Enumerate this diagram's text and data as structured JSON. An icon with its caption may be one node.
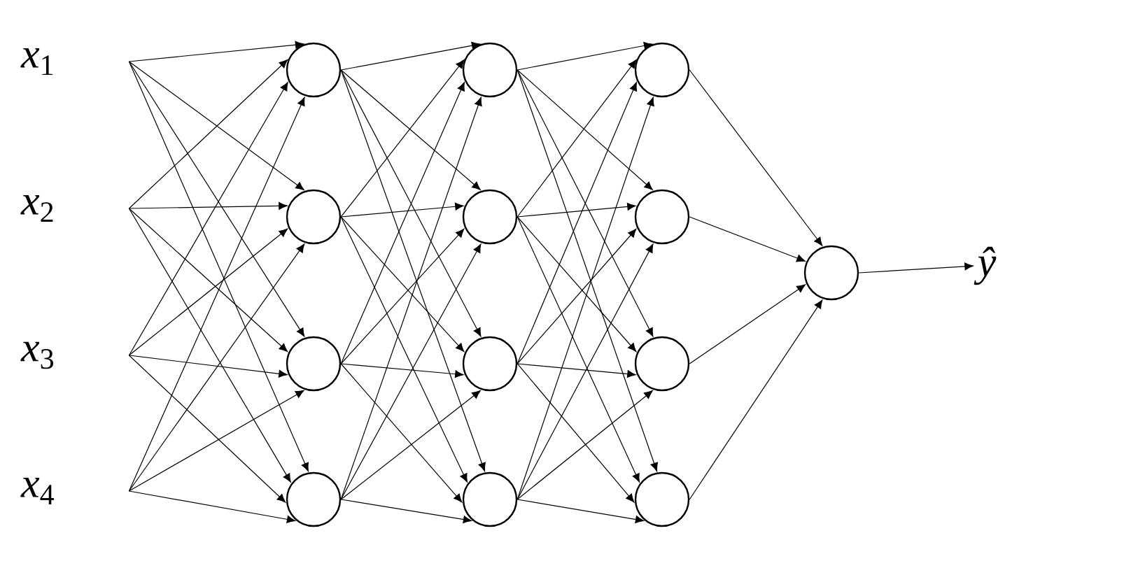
{
  "diagram": {
    "nodes": [
      {
        "text": [
          "*x*$_{1}$"
        ]
      },
      {
        "text": [
          "*x*$_{2}$"
        ]
      },
      {
        "text": [
          "*x*$_{3}$"
        ]
      },
      {
        "text": [
          "*x*$_{4}$"
        ]
      },
      {
        "text": [],
        "shape": "circle"
      },
      {
        "text": [],
        "shape": "circle"
      },
      {
        "text": [],
        "shape": "circle"
      },
      {
        "text": [],
        "shape": "circle"
      },
      {
        "text": [],
        "shape": "circle"
      },
      {
        "text": [],
        "shape": "circle"
      },
      {
        "text": [],
        "shape": "circle"
      },
      {
        "text": [],
        "shape": "circle"
      },
      {
        "text": [],
        "shape": "circle"
      },
      {
        "text": [],
        "shape": "circle"
      },
      {
        "text": [],
        "shape": "circle"
      },
      {
        "text": [],
        "shape": "circle"
      },
      {
        "text": [],
        "shape": "circle"
      },
      {
        "text": [
          "ŷ"
        ]
      }
    ],
    "edges": [
      {
        "from": 0,
        "to": 4,
        "arrow": "to"
      },
      {
        "from": 0,
        "to": 5,
        "arrow": "to"
      },
      {
        "from": 0,
        "to": 6,
        "arrow": "to"
      },
      {
        "from": 0,
        "to": 7,
        "arrow": "to"
      },
      {
        "from": 1,
        "to": 4,
        "arrow": "to"
      },
      {
        "from": 1,
        "to": 5,
        "arrow": "to"
      },
      {
        "from": 1,
        "to": 6,
        "arrow": "to"
      },
      {
        "from": 1,
        "to": 7,
        "arrow": "to"
      },
      {
        "from": 2,
        "to": 4,
        "arrow": "to"
      },
      {
        "from": 2,
        "to": 5,
        "arrow": "to"
      },
      {
        "from": 2,
        "to": 6,
        "arrow": "to"
      },
      {
        "from": 2,
        "to": 7,
        "arrow": "to"
      },
      {
        "from": 3,
        "to": 4,
        "arrow": "to"
      },
      {
        "from": 3,
        "to": 5,
        "arrow": "to"
      },
      {
        "from": 3,
        "to": 6,
        "arrow": "to"
      },
      {
        "from": 3,
        "to": 7,
        "arrow": "to"
      },
      {
        "from": 4,
        "to": 8,
        "arrow": "to"
      },
      {
        "from": 4,
        "to": 9,
        "arrow": "to"
      },
      {
        "from": 4,
        "to": 10,
        "arrow": "to"
      },
      {
        "from": 4,
        "to": 11,
        "arrow": "to"
      },
      {
        "from": 5,
        "to": 8,
        "arrow": "to"
      },
      {
        "from": 5,
        "to": 9,
        "arrow": "to"
      },
      {
        "from": 5,
        "to": 10,
        "arrow": "to"
      },
      {
        "from": 5,
        "to": 11,
        "arrow": "to"
      },
      {
        "from": 6,
        "to": 8,
        "arrow": "to"
      },
      {
        "from": 6,
        "to": 9,
        "arrow": "to"
      },
      {
        "from": 6,
        "to": 10,
        "arrow": "to"
      },
      {
        "from": 6,
        "to": 11,
        "arrow": "to"
      },
      {
        "from": 7,
        "to": 8,
        "arrow": "to"
      },
      {
        "from": 7,
        "to": 9,
        "arrow": "to"
      },
      {
        "from": 7,
        "to": 10,
        "arrow": "to"
      },
      {
        "from": 7,
        "to": 11,
        "arrow": "to"
      },
      {
        "from": 8,
        "to": 12,
        "arrow": "to"
      },
      {
        "from": 8,
        "to": 13,
        "arrow": "to"
      },
      {
        "from": 8,
        "to": 14,
        "arrow": "to"
      },
      {
        "from": 8,
        "to": 15,
        "arrow": "to"
      },
      {
        "from": 9,
        "to": 12,
        "arrow": "to"
      },
      {
        "from": 9,
        "to": 13,
        "arrow": "to"
      },
      {
        "from": 9,
        "to": 14,
        "arrow": "to"
      },
      {
        "from": 9,
        "to": 15,
        "arrow": "to"
      },
      {
        "from": 10,
        "to": 12,
        "arrow": "to"
      },
      {
        "from": 10,
        "to": 13,
        "arrow": "to"
      },
      {
        "from": 10,
        "to": 14,
        "arrow": "to"
      },
      {
        "from": 10,
        "to": 15,
        "arrow": "to"
      },
      {
        "from": 11,
        "to": 12,
        "arrow": "to"
      },
      {
        "from": 11,
        "to": 13,
        "arrow": "to"
      },
      {
        "from": 11,
        "to": 14,
        "arrow": "to"
      },
      {
        "from": 11,
        "to": 15,
        "arrow": "to"
      },
      {
        "from": 12,
        "to": 16,
        "arrow": "to"
      },
      {
        "from": 13,
        "to": 16,
        "arrow": "to"
      },
      {
        "from": 14,
        "to": 16,
        "arrow": "to"
      },
      {
        "from": 15,
        "to": 16,
        "arrow": "to"
      },
      {
        "from": 16,
        "to": 17,
        "arrow": "to"
      }
    ]
  }
}
